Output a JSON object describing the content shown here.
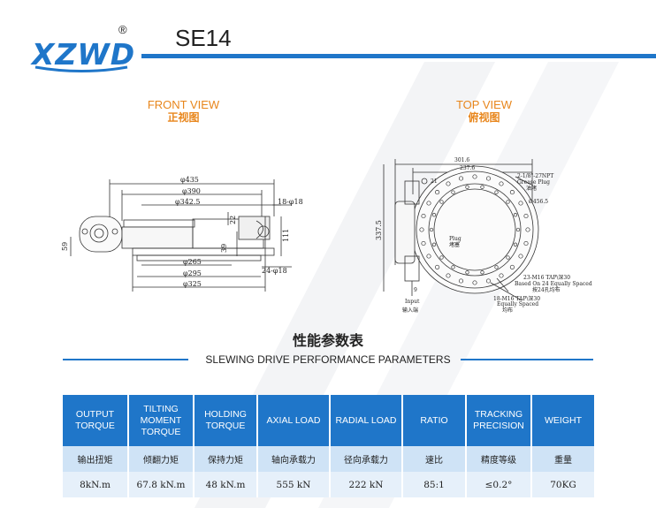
{
  "brand": {
    "logo": "XZWD",
    "registered": "®"
  },
  "page_title": "SE14",
  "front_view": {
    "label_en": "FRONT VIEW",
    "label_zh": "正视图",
    "dims": {
      "d435": "φ435",
      "d390": "φ390",
      "d342": "φ342.5",
      "pcd18": "18-φ18",
      "d265": "φ265",
      "d295": "φ295",
      "d325": "φ325",
      "holes24": "24-φ18",
      "h59": "59",
      "h22": "22",
      "h39": "39",
      "h111": "111"
    }
  },
  "top_view": {
    "label_en": "TOP VIEW",
    "label_zh": "俯视图",
    "dims": {
      "w301": "301.6",
      "w237": "237.6",
      "r21": "21",
      "d456": "Ø456.5",
      "grease_1": "2-1/8\"-27NPT",
      "grease_2": "Grease Plug",
      "grease_3": "油堵",
      "plug_1": "Plug",
      "plug_2": "堵塞",
      "h337": "337.5",
      "h9": "9",
      "input_1": "Input",
      "input_2": "输入端",
      "tap23_1": "23-M16 TAP\\深30",
      "tap23_2": "Based On 24 Equally Spaced",
      "tap23_3": "按24孔均布",
      "tap18_1": "18-M16 TAP\\深30",
      "tap18_2": "Equally Spaced",
      "tap18_3": "均布"
    }
  },
  "perf": {
    "title_zh": "性能参数表",
    "title_en": "SLEWING DRIVE PERFORMANCE PARAMETERS"
  },
  "table": {
    "headers": [
      "OUTPUT\nTORQUE",
      "TILTING\nMOMENT\nTORQUE",
      "HOLDING\nTORQUE",
      "AXIAL LOAD",
      "RADIAL LOAD",
      "RATIO",
      "TRACKING\nPRECISION",
      "WEIGHT"
    ],
    "headers_zh": [
      "输出扭矩",
      "倾翻力矩",
      "保持力矩",
      "轴向承载力",
      "径向承载力",
      "速比",
      "精度等级",
      "重量"
    ],
    "values": [
      "8kN.m",
      "67.8 kN.m",
      "48 kN.m",
      "555 kN",
      "222 kN",
      "85:1",
      "≤0.2°",
      "70KG"
    ]
  },
  "colors": {
    "accent": "#1f76c9",
    "view_label": "#e8861c",
    "row_zh": "#cfe3f6",
    "row_val": "#e6f0fa"
  }
}
